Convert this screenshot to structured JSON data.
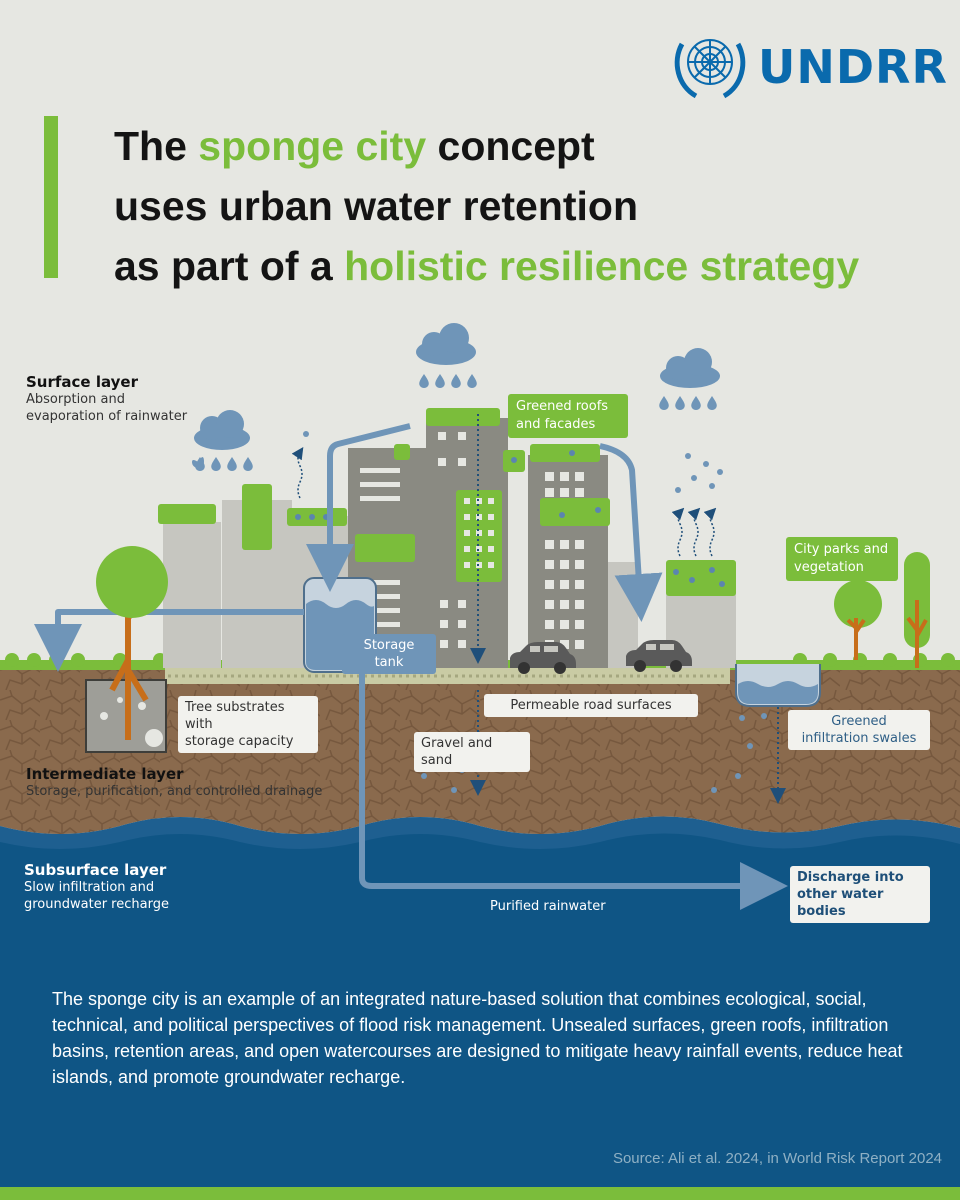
{
  "header": {
    "logo_text": "UNDRR",
    "title": {
      "line1_pre": "The ",
      "line1_highlight": "sponge city",
      "line1_post": " concept",
      "line2": "uses urban water retention",
      "line3_pre": "as part of a ",
      "line3_highlight": "holistic resilience strategy"
    }
  },
  "layers": {
    "surface": {
      "title": "Surface layer",
      "sub1": "Absorption and",
      "sub2": "evaporation of rainwater"
    },
    "intermediate": {
      "title": "Intermediate layer",
      "sub": "Storage, purification, and controlled drainage"
    },
    "subsurface": {
      "title": "Subsurface layer",
      "sub1": "Slow infiltration and",
      "sub2": "groundwater recharge"
    }
  },
  "labels": {
    "greened_roofs_1": "Greened roofs",
    "greened_roofs_2": "and facades",
    "city_parks_1": "City parks and",
    "city_parks_2": "vegetation",
    "storage_tank": "Storage tank",
    "tree_substrates_1": "Tree substrates with",
    "tree_substrates_2": "storage capacity",
    "permeable_roads": "Permeable road surfaces",
    "gravel_sand": "Gravel and sand",
    "swales_1": "Greened",
    "swales_2": "infiltration swales",
    "discharge_1": "Discharge into",
    "discharge_2": "other water bodies",
    "purified_rainwater": "Purified rainwater"
  },
  "description": "The sponge city is an example of an integrated nature-based solution that combines ecological, social, technical, and political perspectives of flood risk management. Unsealed surfaces, green roofs, infiltration basins, retention areas, and open watercourses are designed to mitigate heavy rainfall events, reduce heat islands, and promote groundwater recharge.",
  "source": "Source:  Ali et al. 2024, in World Risk Report 2024",
  "colors": {
    "background": "#e6e7e2",
    "accent_green": "#7bbd3b",
    "logo_blue": "#0a6aad",
    "water_dark": "#0f5585",
    "soil_brown": "#8a6a4d",
    "building_dark": "#8a8a82",
    "building_light": "#c6c6c0",
    "arrow_blue": "#6f95b8"
  },
  "icons": [
    "un-emblem-icon",
    "cloud-rain-icon",
    "tree-icon",
    "car-icon",
    "arrow-icon",
    "evaporation-icon"
  ]
}
